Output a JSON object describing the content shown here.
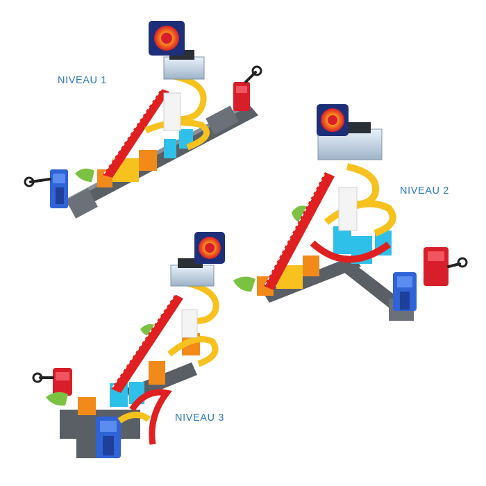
{
  "labels": {
    "level1": "NIVEAU 1",
    "level2": "NIVEAU 2",
    "level3": "NIVEAU 3"
  },
  "colors": {
    "label": "#2e79ba",
    "track_red": "#e02020",
    "track_yellow": "#f7c11e",
    "track_orange": "#f28a1a",
    "base_gray": "#5a5f66",
    "tower_blue": "#2f63d6",
    "pillar_cyan": "#2ec0e8",
    "tower_red": "#d81e2a",
    "leaf_green": "#7cc242",
    "screen_navy": "#1d2f78"
  }
}
